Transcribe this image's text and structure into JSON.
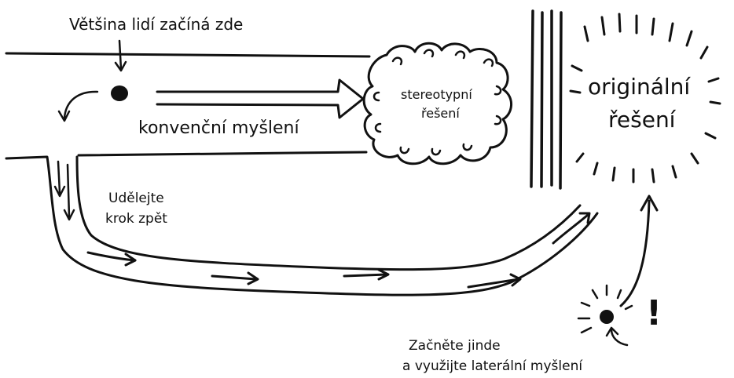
{
  "labels": {
    "start": "Většina lidí začíná zde",
    "conventional": "konvenční myšlení",
    "stereotype_line1": "stereotypní",
    "stereotype_line2": "řešení",
    "original_line1": "originální",
    "original_line2": "řešení",
    "step_back_line1": "Udělejte",
    "step_back_line2": "krok zpět",
    "lateral_line1": "Začněte jinde",
    "lateral_line2": "a využijte laterální myšlení",
    "exclamation": "!"
  },
  "colors": {
    "ink": "#111111",
    "background": "#ffffff"
  }
}
